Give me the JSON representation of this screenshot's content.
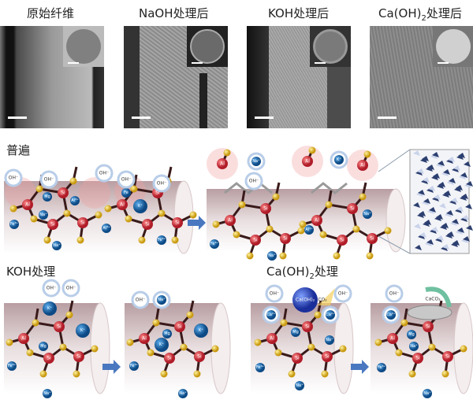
{
  "sem_panels": [
    {
      "title": "原始纤维"
    },
    {
      "title": "NaOH处理后"
    },
    {
      "title": "KOH处理后"
    },
    {
      "title_main": "Ca(OH)",
      "title_sub": "2",
      "title_rest": "处理后"
    }
  ],
  "sections": {
    "general": "普遍",
    "koh": "KOH处理",
    "caoh_main": "Ca(OH)",
    "caoh_sub": "2",
    "caoh_rest": "处理"
  },
  "labels": {
    "si": "Si",
    "al": "Al",
    "mg": "Mg",
    "fe": "Fe",
    "fe3": "Fe³⁺",
    "al3": "Al³⁺",
    "k": "K⁺",
    "na": "Na⁺",
    "oh": "OH⁻",
    "ca": "Ca²⁺",
    "caco3": "CaCO₃",
    "co2": "CO₂",
    "caoh2": "Ca(OH)₂"
  },
  "colors": {
    "si": "#d0303a",
    "o": "#e8c233",
    "ion": "#1f6fb0",
    "arrow": "#4a78c0",
    "fiber": "#c9b0b3"
  }
}
